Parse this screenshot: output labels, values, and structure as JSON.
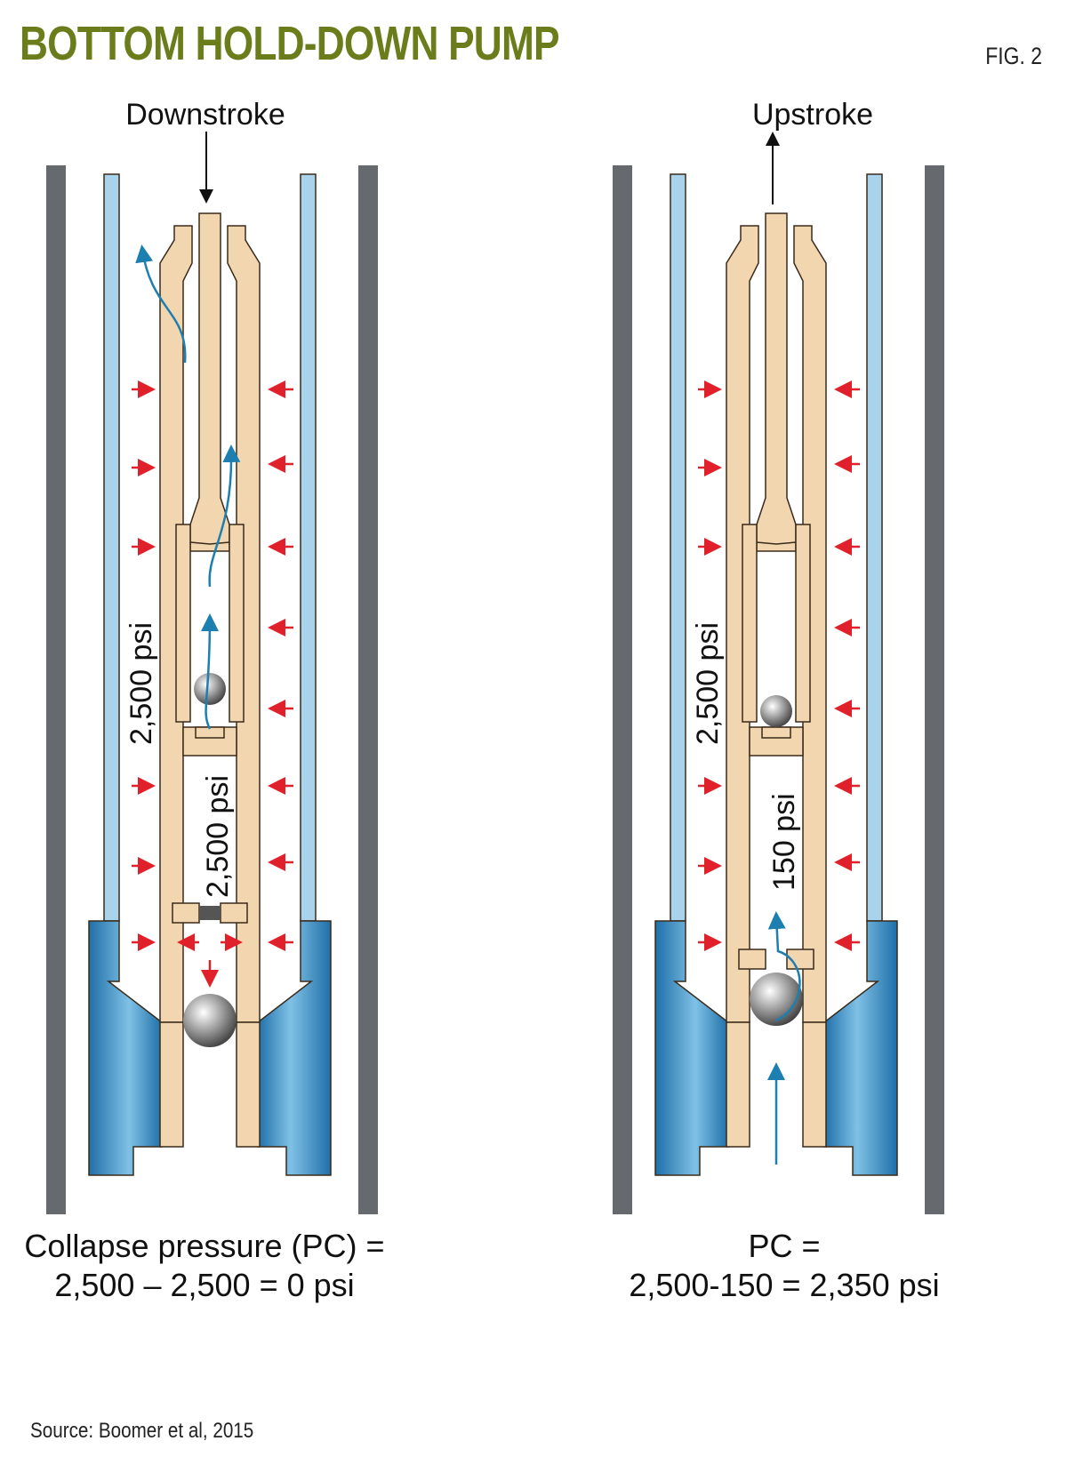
{
  "header": {
    "title": "BOTTOM HOLD-DOWN PUMP",
    "figure_label": "FIG. 2"
  },
  "left_panel": {
    "stroke_label": "Downstroke",
    "annulus_pressure": "2,500 psi",
    "barrel_pressure": "2,500 psi",
    "formula_line1": "Collapse pressure (PC) =",
    "formula_line2": "2,500 – 2,500 = 0 psi"
  },
  "right_panel": {
    "stroke_label": "Upstroke",
    "annulus_pressure": "2,500 psi",
    "barrel_pressure": "150 psi",
    "formula_line1": "PC =",
    "formula_line2": "2,500-150 = 2,350 psi"
  },
  "source": "Source: Boomer et al, 2015",
  "colors": {
    "title": "#6b7d1a",
    "casing": "#666a6e",
    "tubing": "#a9d3ea",
    "tubing_dark": "#1f6fa8",
    "pump": "#f2d6b0",
    "pump_outline": "#3a2a1a",
    "flow_arrow": "#1d7fb0",
    "pressure_arrow": "#e0202a"
  }
}
